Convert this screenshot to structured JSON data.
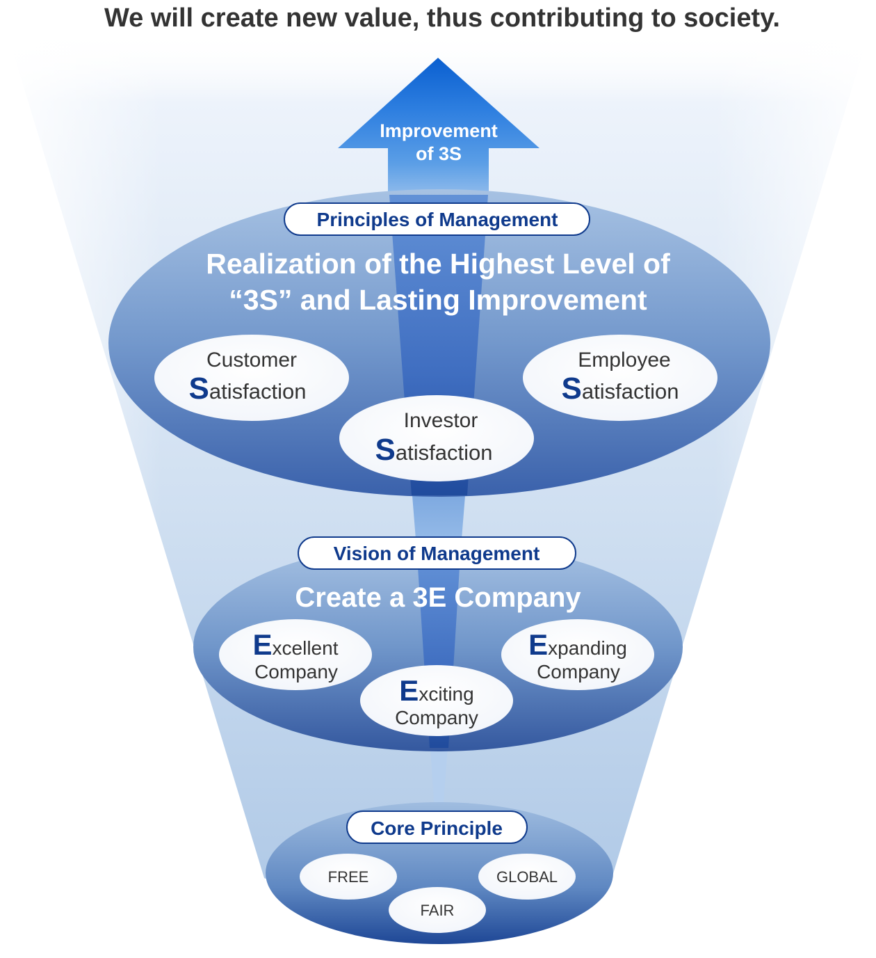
{
  "headline": "We will create new value, thus contributing to society.",
  "arrow": {
    "line1": "Improvement",
    "line2": "of 3S"
  },
  "principles": {
    "pill": "Principles of Management",
    "title_line1": "Realization of the Highest Level of",
    "title_line2": "“3S” and Lasting Improvement",
    "items": [
      {
        "top": "Customer",
        "initial": "S",
        "rest": "atisfaction"
      },
      {
        "top": "Employee",
        "initial": "S",
        "rest": "atisfaction"
      },
      {
        "top": "Investor",
        "initial": "S",
        "rest": "atisfaction"
      }
    ]
  },
  "vision": {
    "pill": "Vision of Management",
    "title": "Create a 3E Company",
    "items": [
      {
        "initial": "E",
        "rest": "xcellent",
        "bottom": "Company"
      },
      {
        "initial": "E",
        "rest": "xpanding",
        "bottom": "Company"
      },
      {
        "initial": "E",
        "rest": "xciting",
        "bottom": "Company"
      }
    ]
  },
  "core": {
    "pill": "Core Principle",
    "items": [
      "FREE",
      "GLOBAL",
      "FAIR"
    ]
  },
  "colors": {
    "headline": "#333333",
    "accent_blue": "#0f3a8c",
    "arrow_top": "#0a5fd0",
    "ellipse_light": "#8fb2da",
    "ellipse_dark": "#3d64ad"
  }
}
